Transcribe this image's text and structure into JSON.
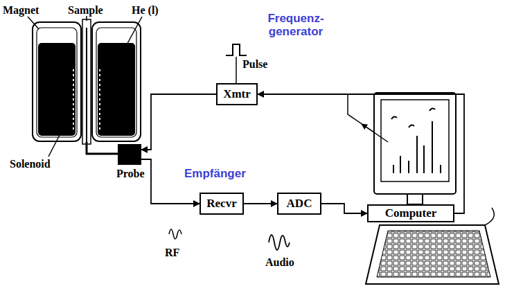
{
  "diagram": {
    "nodes": [
      {
        "text": [
          "Probe"
        ]
      },
      {
        "text": [
          "Xmtr"
        ]
      },
      {
        "text": [
          "Recvr"
        ]
      },
      {
        "text": [
          "ADC"
        ]
      },
      {
        "text": [
          "Computer"
        ]
      }
    ],
    "edges": [
      {
        "from": 1,
        "to": 0,
        "arrow": "to"
      },
      {
        "from": 0,
        "to": 2,
        "arrow": "to"
      },
      {
        "from": 2,
        "to": 3,
        "arrow": "to"
      },
      {
        "from": 3,
        "to": 4,
        "arrow": "to"
      },
      {
        "from": 4,
        "to": 1,
        "arrow": "to"
      }
    ],
    "labels": [
      "Magnet",
      "Sample",
      "He (l)",
      "Solenoid",
      "Frequenz- generator",
      "Pulse",
      "Empfänger",
      "RF",
      "Audio"
    ]
  }
}
